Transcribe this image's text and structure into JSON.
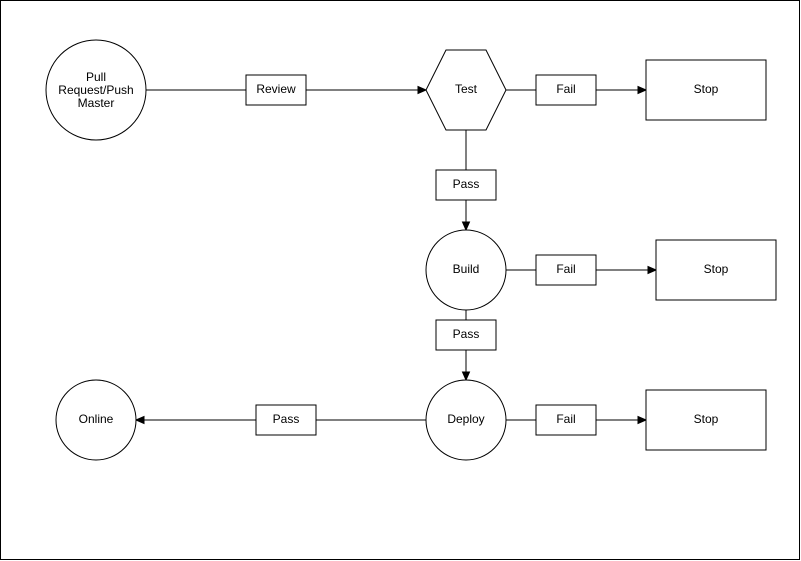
{
  "colors": {
    "stroke": "#000000",
    "fill": "#ffffff",
    "background": "#ffffff"
  },
  "nodes": {
    "start": {
      "lines": [
        "Pull",
        "Request/Push",
        "Master"
      ]
    },
    "test": {
      "label": "Test"
    },
    "build": {
      "label": "Build"
    },
    "deploy": {
      "label": "Deploy"
    },
    "online": {
      "label": "Online"
    },
    "stop_test": {
      "label": "Stop"
    },
    "stop_build": {
      "label": "Stop"
    },
    "stop_deploy": {
      "label": "Stop"
    }
  },
  "edges": {
    "review": {
      "label": "Review"
    },
    "test_fail": {
      "label": "Fail"
    },
    "test_pass": {
      "label": "Pass"
    },
    "build_fail": {
      "label": "Fail"
    },
    "build_pass": {
      "label": "Pass"
    },
    "deploy_fail": {
      "label": "Fail"
    },
    "deploy_pass": {
      "label": "Pass"
    }
  }
}
